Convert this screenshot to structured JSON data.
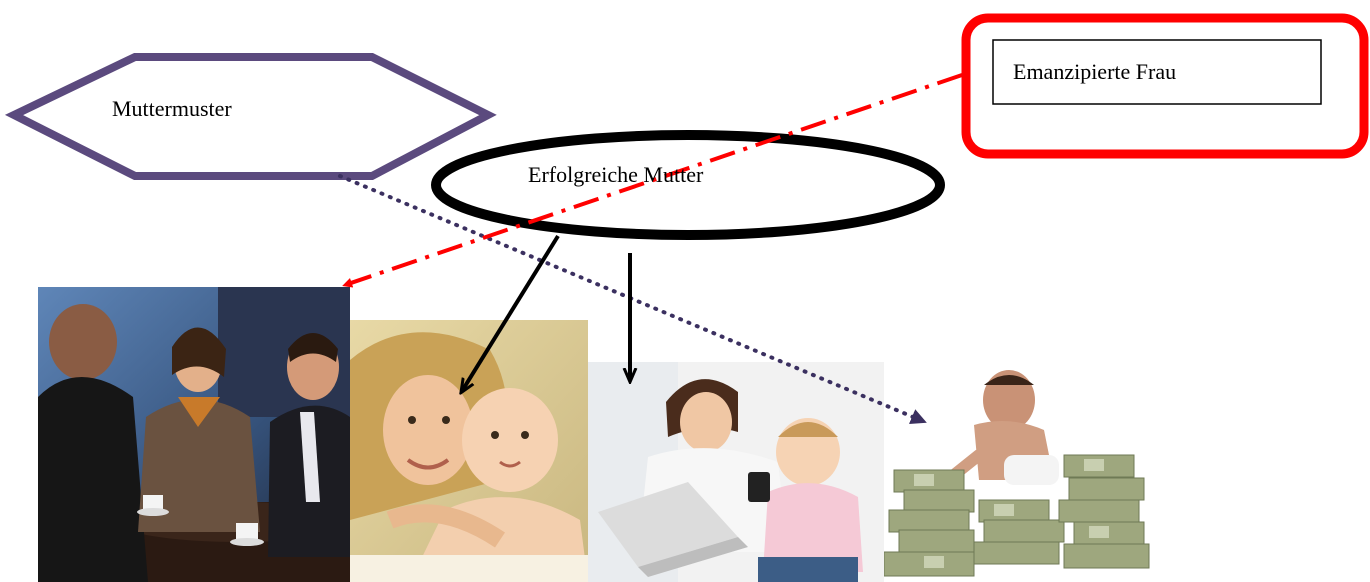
{
  "nodes": {
    "muttermuster": "Muttermuster",
    "erfolgreiche_mutter": "Erfolgreiche Mutter",
    "emanzipierte_frau": "Emanzipierte Frau"
  },
  "colors": {
    "hexagon_outline": "#5b4a7e",
    "ellipse_outline": "#000000",
    "frame_outline": "#ff0000",
    "dash_dot_arrow": "#ff0000",
    "dotted_arrow": "#3b3060",
    "solid_arrow": "#000000"
  },
  "images": [
    {
      "name": "business-meeting-photo"
    },
    {
      "name": "mother-with-baby-photo"
    },
    {
      "name": "mother-with-laptop-and-child-photo"
    },
    {
      "name": "baby-with-money-photo"
    }
  ]
}
